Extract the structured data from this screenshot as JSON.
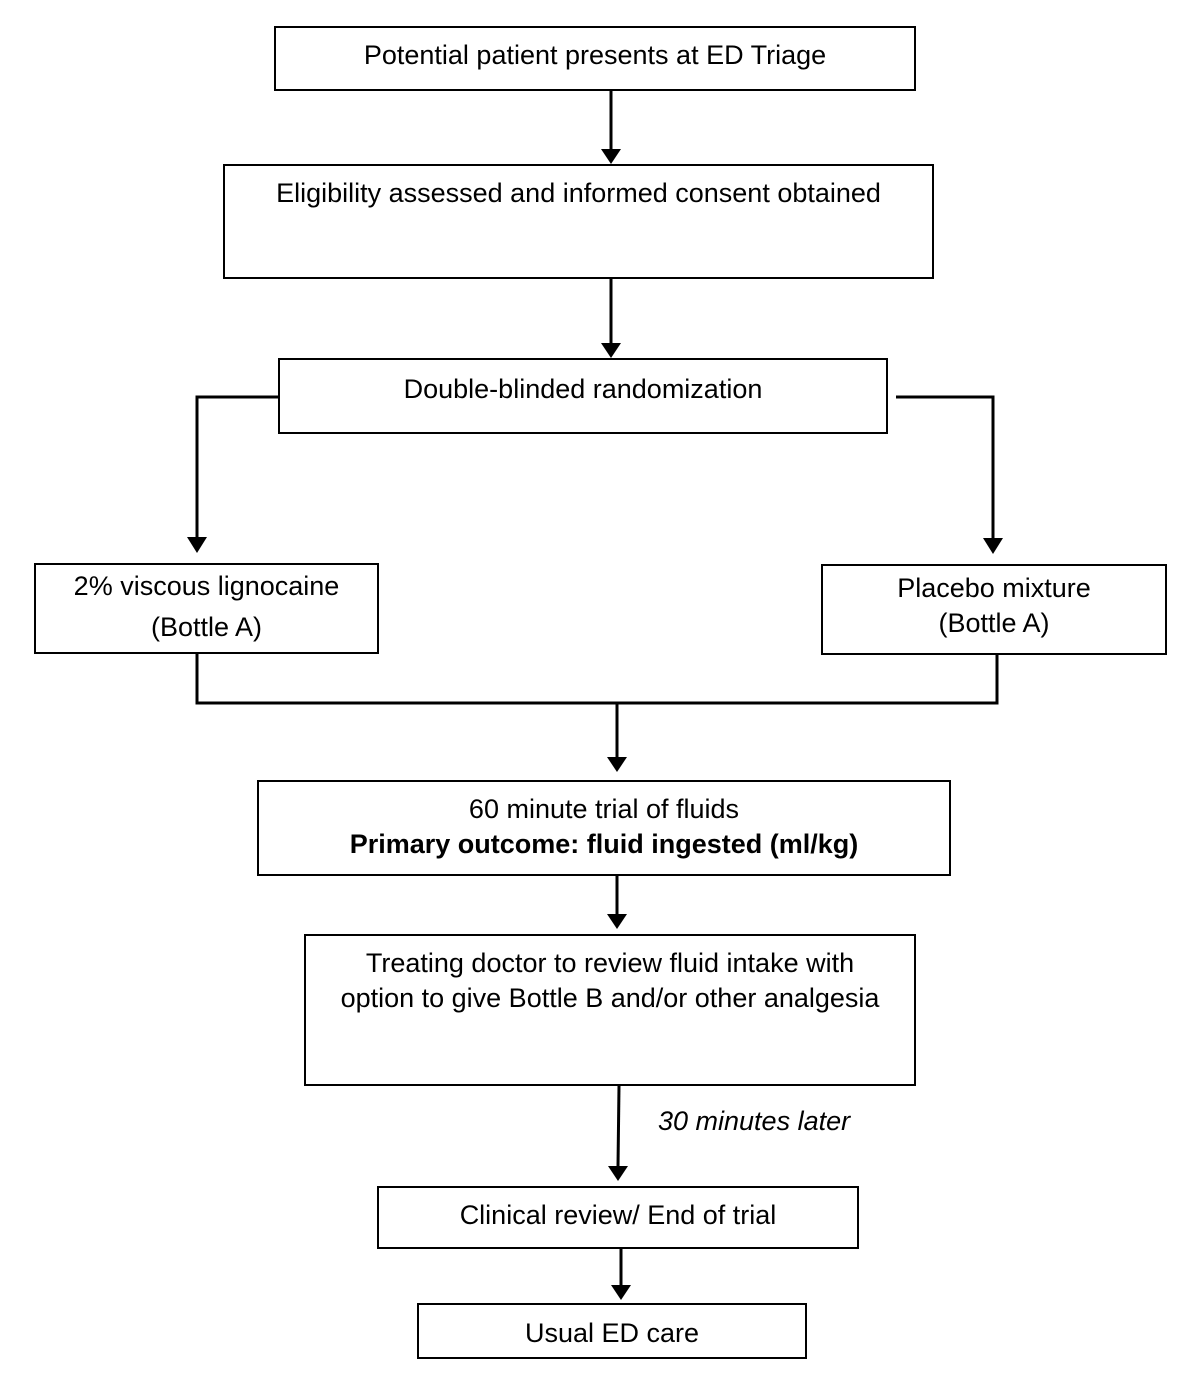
{
  "flowchart": {
    "triage": [
      "Potential patient presents at ED Triage"
    ],
    "consent": [
      "Eligibility assessed and informed consent obtained"
    ],
    "randomization": [
      "Double-blinded randomization"
    ],
    "lignocaine": [
      "2% viscous lignocaine",
      "(Bottle A)"
    ],
    "placebo": [
      "Placebo mixture",
      "(Bottle A)"
    ],
    "fluid_trial": {
      "line1": "60 minute trial of fluids",
      "line2": "Primary outcome: fluid ingested (ml/kg)"
    },
    "doctor_review": [
      "Treating doctor to review fluid intake with option to give Bottle B and/or other analgesia"
    ],
    "interval_note": "30 minutes later",
    "clinical_review": [
      "Clinical review/ End of trial"
    ],
    "usual_care": [
      "Usual ED care"
    ]
  },
  "colors": {
    "stroke": "#000000",
    "background": "#ffffff"
  }
}
